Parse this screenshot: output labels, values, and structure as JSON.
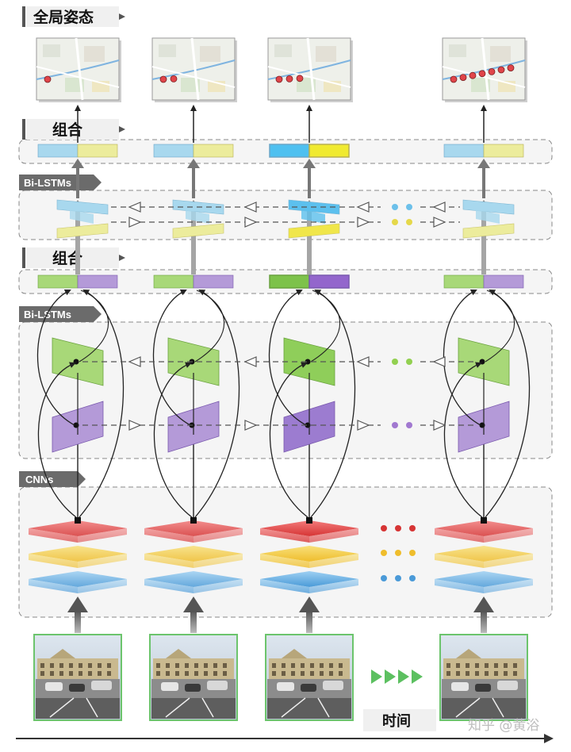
{
  "labels": {
    "global_pose": "全局姿态",
    "combine_top": "组合",
    "bilstm_top": "Bi-LSTMs",
    "combine_mid": "组合",
    "bilstm_mid": "Bi-LSTMs",
    "cnns": "CNNs",
    "time": "时间",
    "watermark": "知乎 @黄浴"
  },
  "columns": [
    {
      "id": "t1",
      "map_points": 1
    },
    {
      "id": "t2",
      "map_points": 2
    },
    {
      "id": "t3",
      "map_points": 3
    },
    {
      "id": "t4",
      "map_points": 7
    }
  ],
  "colors": {
    "blue_feature": "#a8d8ee",
    "yellow_feature": "#ecec9c",
    "green_feature": "#a8d878",
    "purple_feature": "#b49ad8",
    "cnn_red": "#dd3b3b",
    "cnn_yellow": "#f2c73a",
    "cnn_blue": "#5aa8e0",
    "time_arrow": "#5cc060",
    "map_point": "#e0454a"
  }
}
